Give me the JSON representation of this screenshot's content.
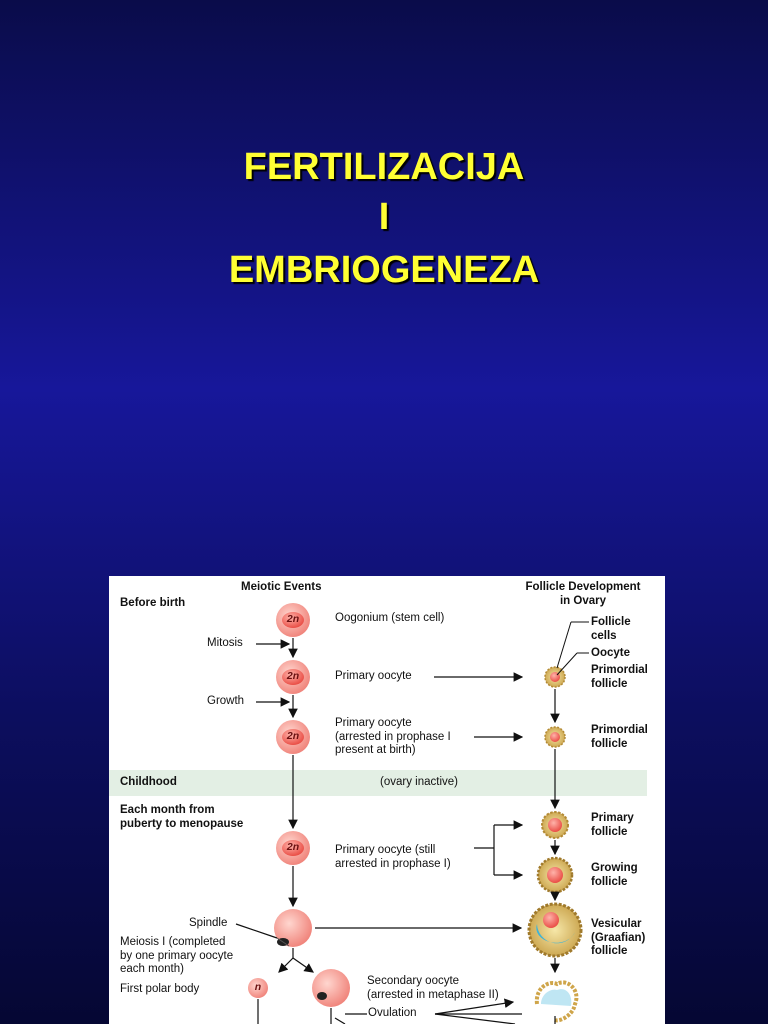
{
  "slide": {
    "title_line1": "FERTILIZACIJA",
    "title_line2": "I",
    "title_line3": "EMBRIOGENEZA"
  },
  "figure": {
    "header_meiotic": "Meiotic Events",
    "header_follicle": "Follicle Development\nin Ovary",
    "before_birth": "Before birth",
    "mitosis": "Mitosis",
    "growth": "Growth",
    "childhood": "Childhood",
    "ovary_inactive": "(ovary inactive)",
    "each_month": "Each month from\npuberty to menopause",
    "spindle": "Spindle",
    "meiosis_i": "Meiosis I (completed\nby one primary oocyte\neach month)",
    "first_polar_body": "First polar body",
    "oogonium": "Oogonium (stem cell)",
    "primary_oocyte": "Primary oocyte",
    "primary_oocyte_arrested": "Primary oocyte\n(arrested in prophase I\npresent at birth)",
    "primary_oocyte_still": "Primary oocyte (still\narrested in prophase I)",
    "secondary_oocyte": "Secondary oocyte\n(arrested in metaphase II)",
    "ovulation": "Ovulation",
    "follicle_cells": "Follicle\ncells",
    "oocyte": "Oocyte",
    "primordial_follicle_1": "Primordial\nfollicle",
    "primordial_follicle_2": "Primordial\nfollicle",
    "primary_follicle": "Primary\nfollicle",
    "growing_follicle": "Growing\nfollicle",
    "vesicular_follicle": "Vesicular\n(Graafian)\nfollicle",
    "ploidy_2n": "2n",
    "ploidy_n": "n"
  }
}
